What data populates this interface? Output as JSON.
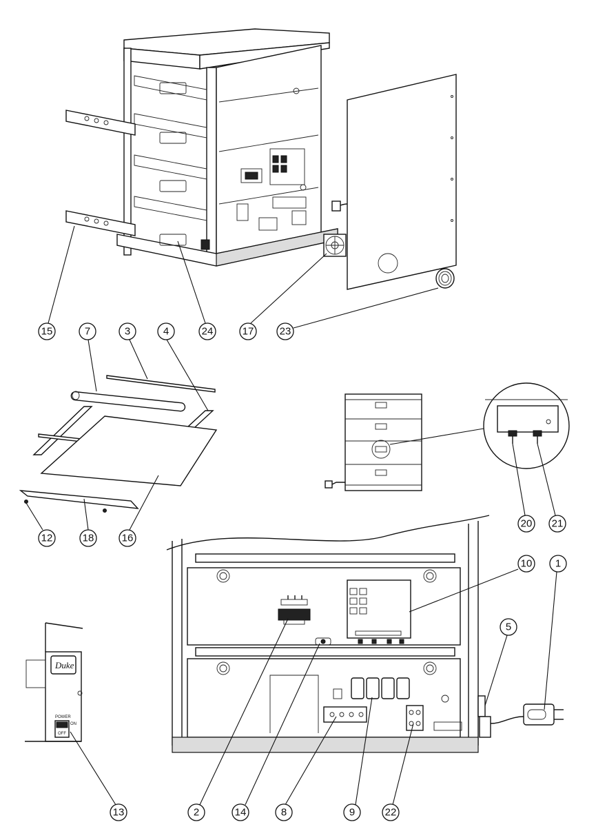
{
  "diagram": {
    "callouts": [
      {
        "id": "c15",
        "label": "15"
      },
      {
        "id": "c7",
        "label": "7"
      },
      {
        "id": "c3",
        "label": "3"
      },
      {
        "id": "c4",
        "label": "4"
      },
      {
        "id": "c24",
        "label": "24"
      },
      {
        "id": "c17",
        "label": "17"
      },
      {
        "id": "c23",
        "label": "23"
      },
      {
        "id": "c12",
        "label": "12"
      },
      {
        "id": "c18",
        "label": "18"
      },
      {
        "id": "c16",
        "label": "16"
      },
      {
        "id": "c20",
        "label": "20"
      },
      {
        "id": "c21",
        "label": "21"
      },
      {
        "id": "c10",
        "label": "10"
      },
      {
        "id": "c1",
        "label": "1"
      },
      {
        "id": "c5",
        "label": "5"
      },
      {
        "id": "c13",
        "label": "13"
      },
      {
        "id": "c2",
        "label": "2"
      },
      {
        "id": "c14",
        "label": "14"
      },
      {
        "id": "c8",
        "label": "8"
      },
      {
        "id": "c9",
        "label": "9"
      },
      {
        "id": "c22",
        "label": "22"
      }
    ],
    "switch_panel": {
      "logo": "Duke",
      "power_label": "POWER",
      "on_label": "ON",
      "off_label": "OFF"
    }
  }
}
